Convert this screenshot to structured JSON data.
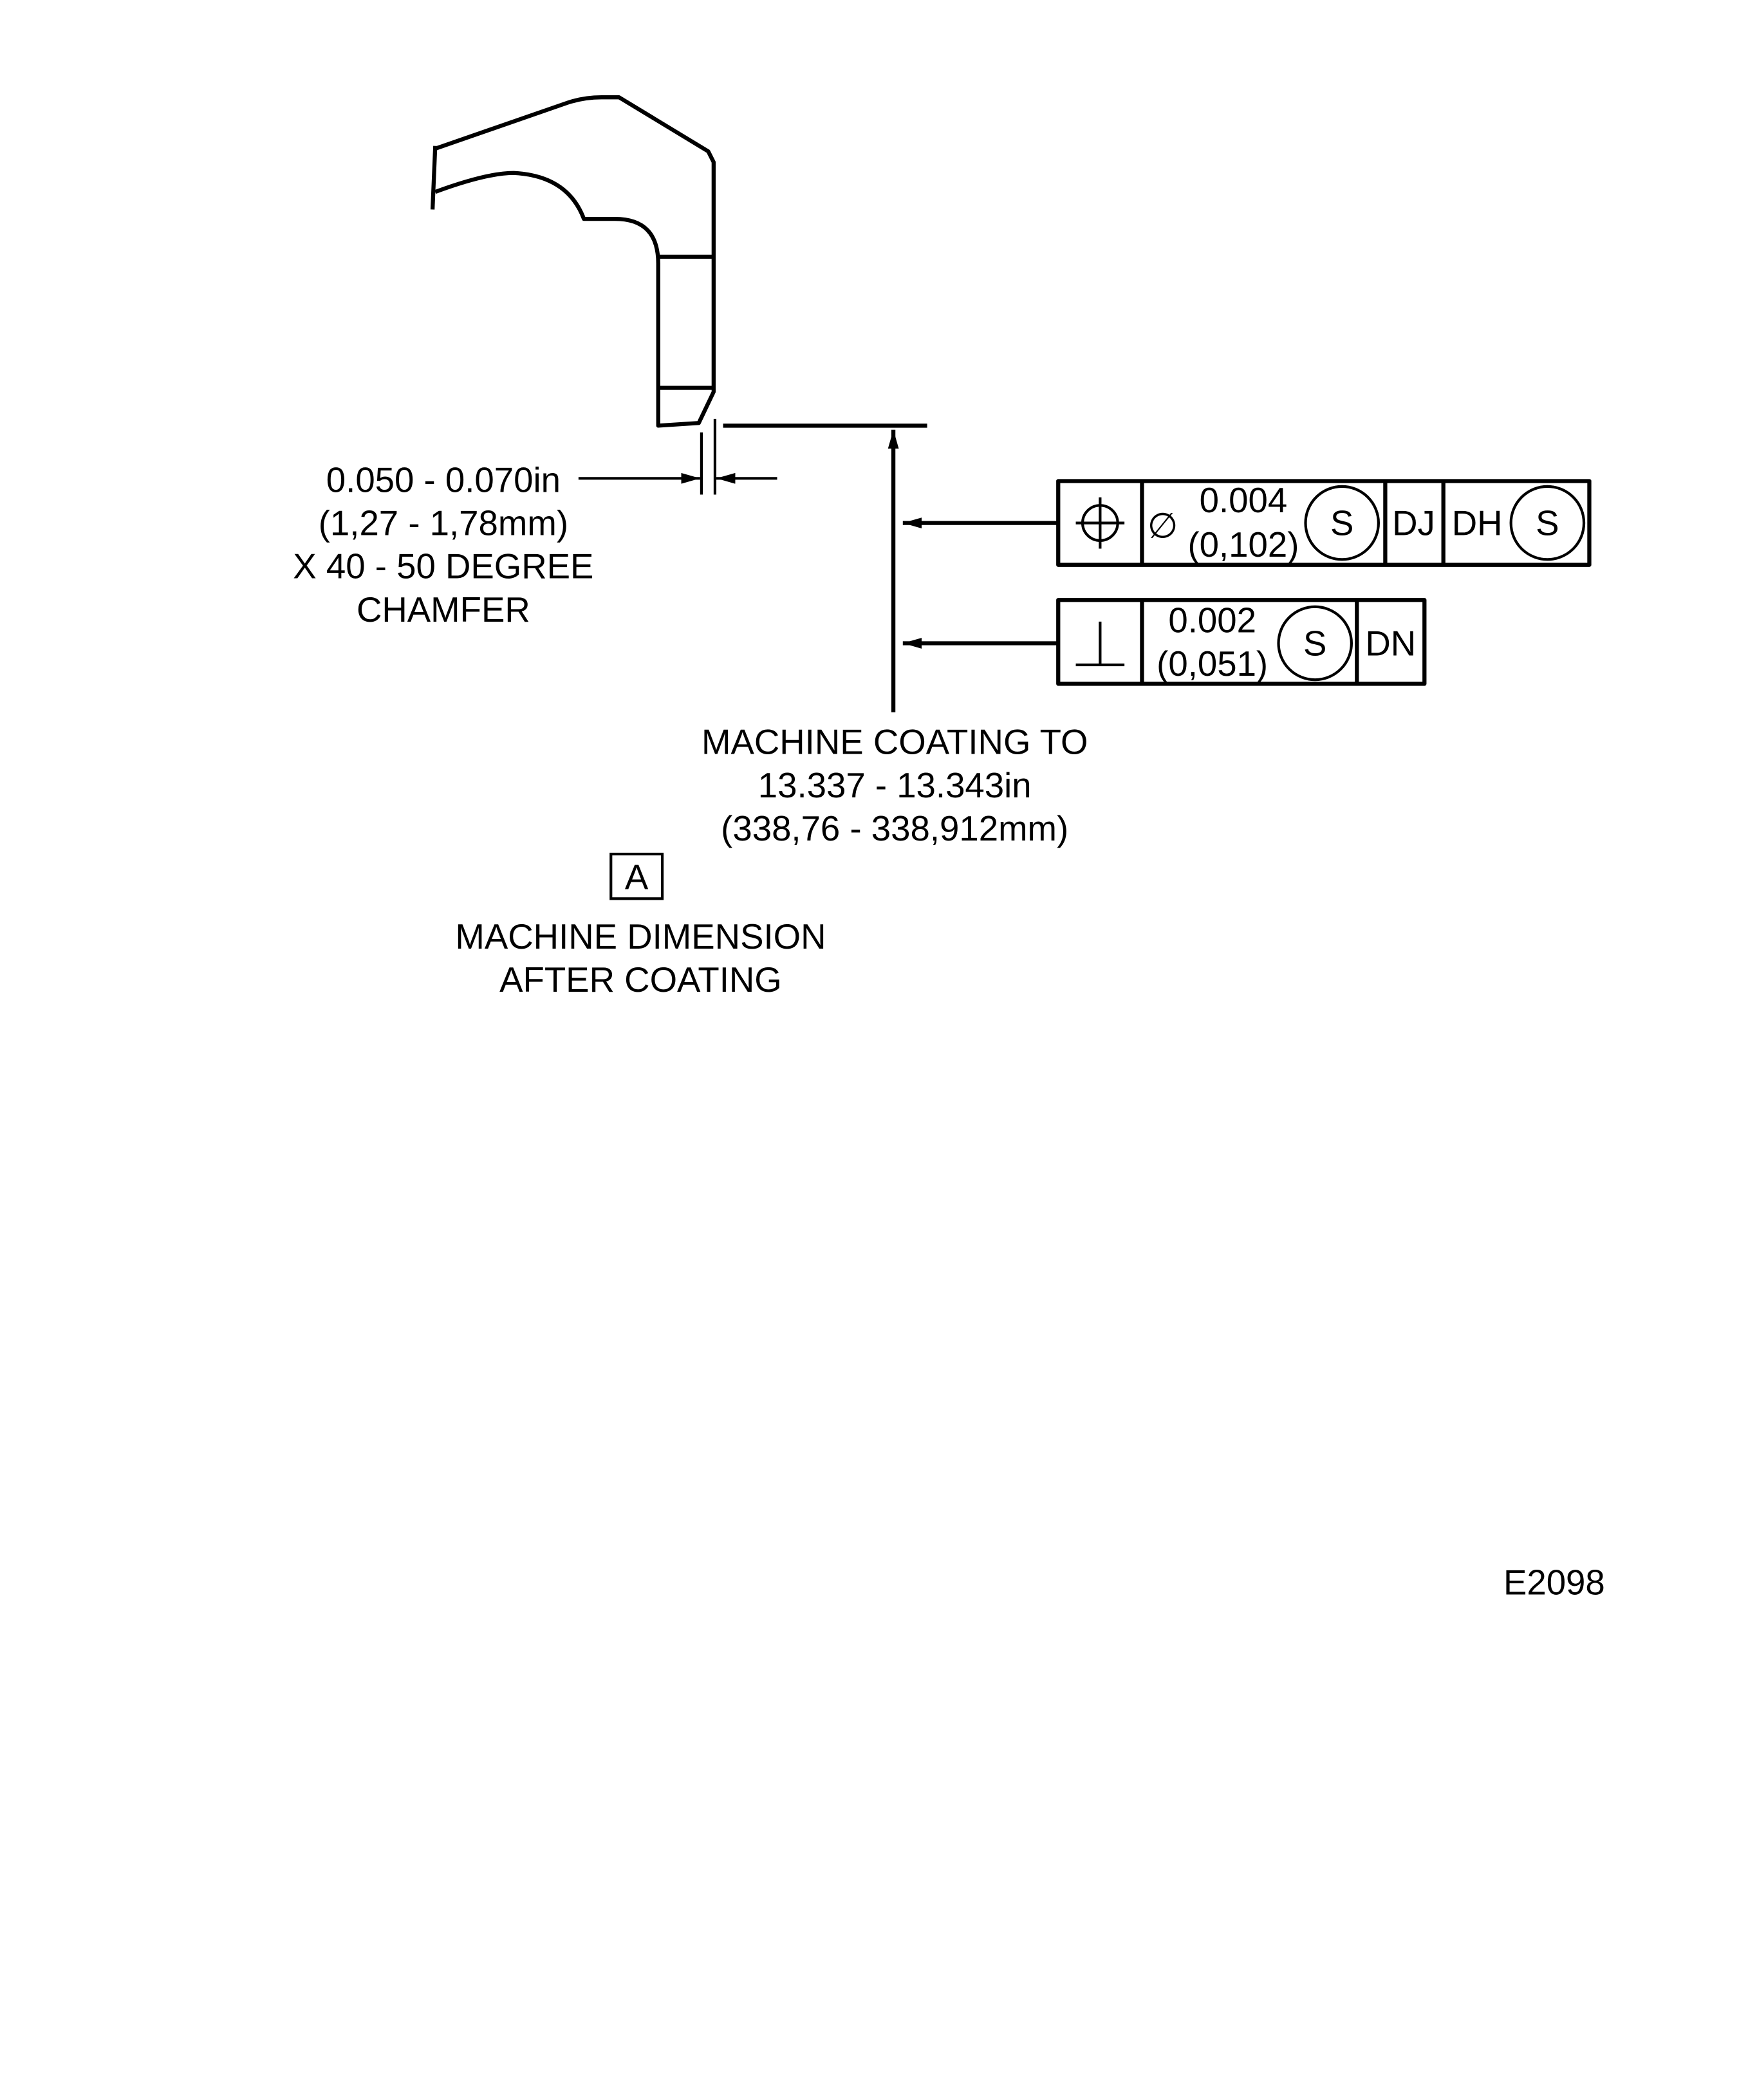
{
  "chamfer_note": {
    "lines": [
      "0.050 - 0.070in",
      "(1,27 - 1,78mm)",
      "X 40 - 50 DEGREE",
      "CHAMFER"
    ]
  },
  "coating_note": {
    "lines": [
      "MACHINE COATING TO",
      "13.337 - 13.343in",
      "(338,76 - 338,912mm)"
    ]
  },
  "flag": {
    "letter": "A",
    "lines": [
      "MACHINE DIMENSION",
      "AFTER COATING"
    ]
  },
  "fcf_position": {
    "symbol": "position-icon",
    "diameter_symbol": "∅",
    "tolerance": "0.004",
    "tolerance_mm": "(0,102)",
    "modifier": "S",
    "datum1": "DJ",
    "datum2": "DH",
    "datum2_modifier": "S"
  },
  "fcf_perpendicularity": {
    "symbol": "perpendicularity-icon",
    "tolerance": "0.002",
    "tolerance_mm": "(0,051)",
    "modifier": "S",
    "datum1": "DN"
  },
  "figure_id": "E2098"
}
